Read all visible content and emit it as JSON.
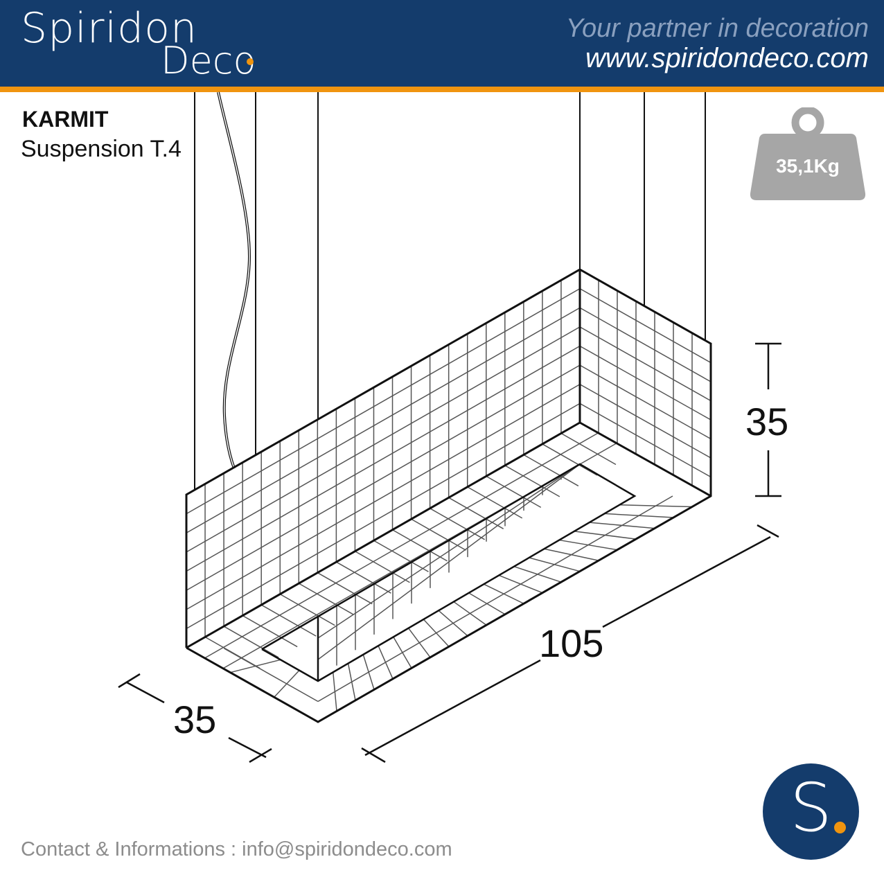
{
  "header": {
    "brand_line1": "Spiridon",
    "brand_line2": "Deco",
    "tagline": "Your partner in decoration",
    "website": "www.spiridondeco.com"
  },
  "product": {
    "name": "KARMIT",
    "subtitle": "Suspension T.4",
    "weight": "35,1Kg"
  },
  "dimensions": {
    "height": "35",
    "length": "105",
    "depth": "35"
  },
  "footer": {
    "contact": "Contact & Informations : info@spiridondeco.com",
    "badge_letter": "S"
  },
  "colors": {
    "brand_blue": "#143c6c",
    "accent_orange": "#f0940f",
    "weight_gray": "#a6a6a6"
  }
}
